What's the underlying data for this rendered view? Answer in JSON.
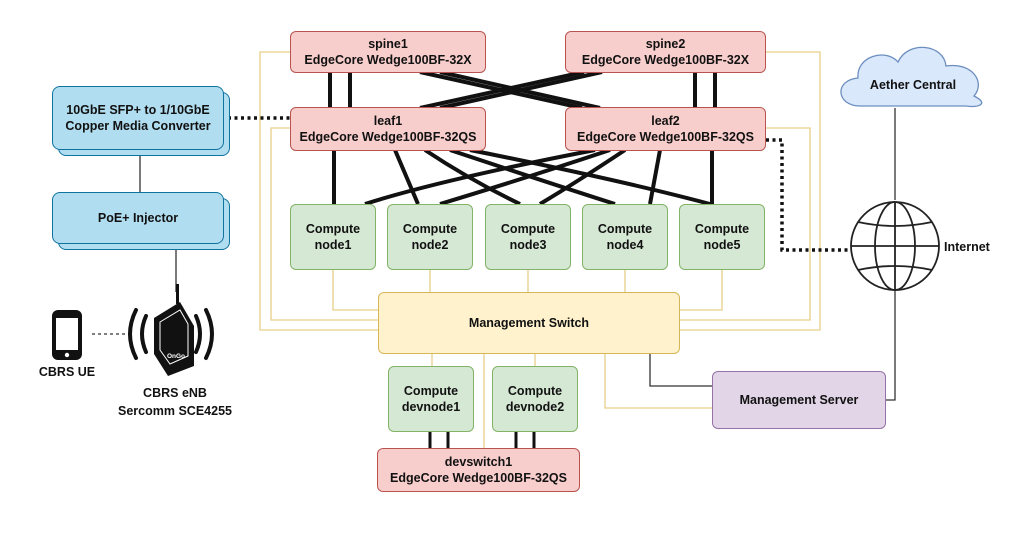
{
  "spine1": {
    "name": "spine1",
    "model": "EdgeCore Wedge100BF-32X"
  },
  "spine2": {
    "name": "spine2",
    "model": "EdgeCore Wedge100BF-32X"
  },
  "leaf1": {
    "name": "leaf1",
    "model": "EdgeCore Wedge100BF-32QS"
  },
  "leaf2": {
    "name": "leaf2",
    "model": "EdgeCore Wedge100BF-32QS"
  },
  "compute_nodes": [
    {
      "line1": "Compute",
      "line2": "node1"
    },
    {
      "line1": "Compute",
      "line2": "node2"
    },
    {
      "line1": "Compute",
      "line2": "node3"
    },
    {
      "line1": "Compute",
      "line2": "node4"
    },
    {
      "line1": "Compute",
      "line2": "node5"
    }
  ],
  "dev_nodes": [
    {
      "line1": "Compute",
      "line2": "devnode1"
    },
    {
      "line1": "Compute",
      "line2": "devnode2"
    }
  ],
  "devswitch": {
    "name": "devswitch1",
    "model": "EdgeCore Wedge100BF-32QS"
  },
  "management_switch": "Management Switch",
  "management_server": "Management Server",
  "media_converter": {
    "line1": "10GbE SFP+ to 1/10GbE",
    "line2": "Copper Media Converter"
  },
  "poe_injector": "PoE+ Injector",
  "cbrs_ue": "CBRS UE",
  "enb": {
    "line1": "CBRS eNB",
    "line2": "Sercomm SCE4255"
  },
  "enb_logo_text": "OnGo",
  "aether_central": "Aether Central",
  "internet": "Internet",
  "colors": {
    "red_fill": "#f8cecc",
    "red_stroke": "#b85450",
    "green_fill": "#d5e8d4",
    "green_stroke": "#82b366",
    "yellow_fill": "#fff2cc",
    "yellow_stroke": "#d6b656",
    "purple_fill": "#e1d5e7",
    "purple_stroke": "#9673a6",
    "blue_fill": "#b1ddf0",
    "blue_stroke": "#10739e",
    "cloud_fill": "#dae8fc",
    "cloud_stroke": "#6c8ebf"
  }
}
